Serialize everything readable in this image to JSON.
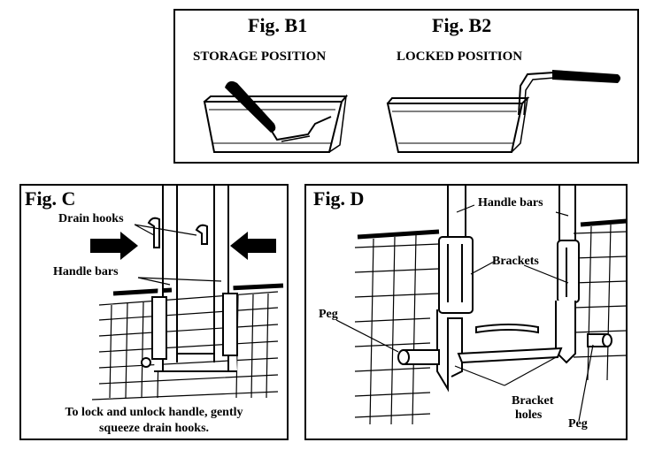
{
  "fig_b": {
    "b1_title": "Fig. B1",
    "b1_subtitle": "STORAGE POSITION",
    "b2_title": "Fig. B2",
    "b2_subtitle": "LOCKED POSITION"
  },
  "fig_c": {
    "title": "Fig. C",
    "label_drain_hooks": "Drain hooks",
    "label_handle_bars": "Handle bars",
    "caption_line1": "To lock and unlock handle, gently",
    "caption_line2": "squeeze drain hooks."
  },
  "fig_d": {
    "title": "Fig. D",
    "label_handle_bars": "Handle bars",
    "label_brackets": "Brackets",
    "label_peg_left": "Peg",
    "label_bracket_holes_line1": "Bracket",
    "label_bracket_holes_line2": "holes",
    "label_peg_right": "Peg"
  },
  "colors": {
    "ink": "#000000",
    "paper": "#ffffff"
  }
}
